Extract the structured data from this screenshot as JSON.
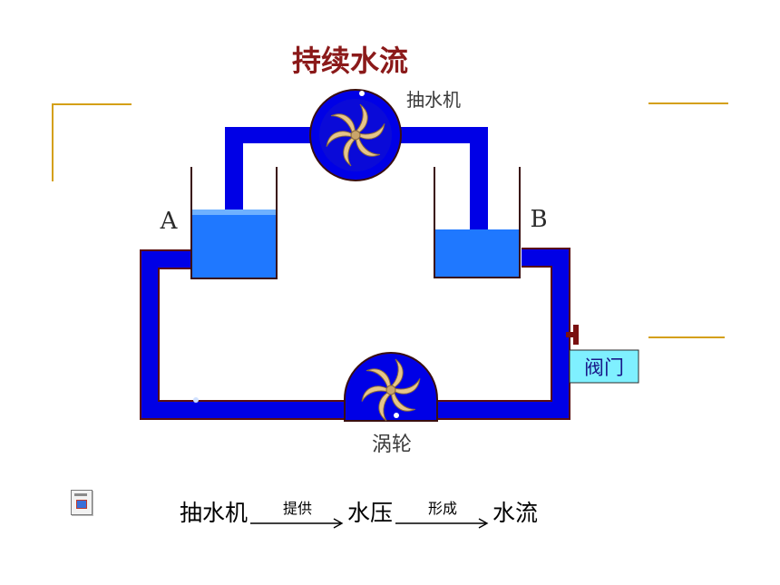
{
  "diagram": {
    "title": "持续水流",
    "pump_label": "抽水机",
    "tank_a_label": "A",
    "tank_b_label": "B",
    "valve_label": "阀门",
    "turbine_label": "涡轮"
  },
  "formula": {
    "term_1": "抽水机",
    "arrow_1_label": "提供",
    "term_2": "水压",
    "arrow_2_label": "形成",
    "term_3": "水流"
  },
  "colors": {
    "water": "#0000e6",
    "tank_water": "#1f78ff",
    "accent_line": "#d4a017",
    "title": "#8b1a1a",
    "blade": "#e6c58a",
    "valve_fill": "#7ff0ff"
  },
  "icons": {
    "document": "document-icon",
    "pump_fan": "fan-icon",
    "turbine_fan": "fan-icon",
    "valve_handle": "valve-handle-icon"
  }
}
